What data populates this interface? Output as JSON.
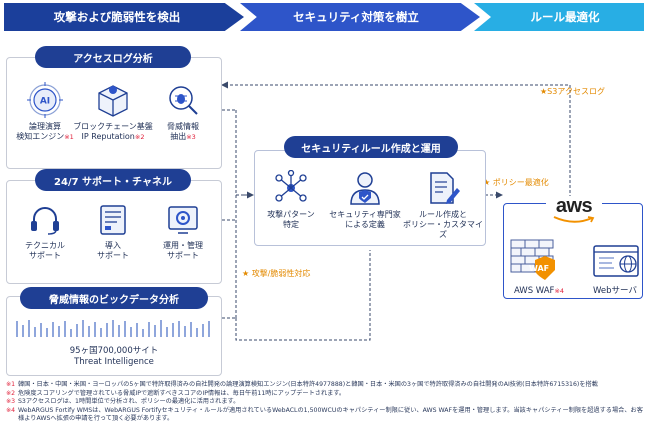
{
  "phases": [
    "攻撃および脆弱性を検出",
    "セキュリティ対策を樹立",
    "ルール最適化"
  ],
  "access_log": {
    "title": "アクセスログ分析",
    "items": [
      {
        "label": "論理演算\n検知エンジン",
        "note": "※1",
        "icon": "ai-chip-icon"
      },
      {
        "label": "ブロックチェーン基盤\nIP Reputation",
        "note": "※2",
        "icon": "blockchain-cube-icon"
      },
      {
        "label": "脅威情報\n抽出",
        "note": "※3",
        "icon": "bug-search-icon"
      }
    ]
  },
  "support": {
    "title": "24/7 サポート・チャネル",
    "items": [
      {
        "label": "テクニカル\nサポート",
        "icon": "headset-icon"
      },
      {
        "label": "導入\nサポート",
        "icon": "document-setup-icon"
      },
      {
        "label": "運用・管理\nサポート",
        "icon": "monitor-gear-icon"
      }
    ]
  },
  "bigdata": {
    "title": "脅威情報のビックデータ分析",
    "caption": "95ヶ国700,000サイト\nThreat Intelligence"
  },
  "rule": {
    "title": "セキュリティルール作成と運用",
    "items": [
      {
        "label": "攻撃パターン\n特定",
        "icon": "network-nodes-icon"
      },
      {
        "label": "セキュリティ専門家\nによる定義",
        "icon": "expert-shield-icon"
      },
      {
        "label": "ルール作成と\nポリシー・カスタマイズ",
        "icon": "document-pen-icon"
      }
    ]
  },
  "aws": {
    "logo": "aws",
    "waf_label": "AWS WAF",
    "waf_note": "※4",
    "waf_badge": "WAF",
    "web_label": "Webサーバ"
  },
  "arrows": {
    "s3": "★S3アクセスログ",
    "policy": "★ ポリシー最適化",
    "attack": "★ 攻撃/脆弱性対応"
  },
  "footnotes": [
    {
      "mark": "※1",
      "text": "韓国・日本・中国・米国・ヨーロッパの5ヶ国で特許取得済みの自社開発の論理演算検知エンジン(日本特許4977888)と韓国・日本・米国の3ヶ国で特許取得済みの自社開発のAI技術(日本特許6715316)を搭載"
    },
    {
      "mark": "※2",
      "text": "危険度スコアリングで管理されている脅威IPで遮断すべきスコアのIP情報は、毎日午前11時にアップデートされます。"
    },
    {
      "mark": "※3",
      "text": "S3アクセスログは、1時間単位で分析され、ポリシーの最適化に活用されます。"
    },
    {
      "mark": "※4",
      "text": "WebARGUS Fortify WMSは、WebARGUS Fortifyセキュリティ・ルールが適用されているWebACLの1,500WCUのキャパシティー制限に従い、AWS WAFを運用・管理します。当該キャパシティー制限を超過する場合、お客様よりAWSへ拡張の申請を行って頂く必要があります。"
    }
  ],
  "colors": {
    "navy": "#1f3f94",
    "blue": "#2e55c9",
    "sky": "#28aee4",
    "orange": "#e38a00",
    "red": "#e0203a"
  }
}
